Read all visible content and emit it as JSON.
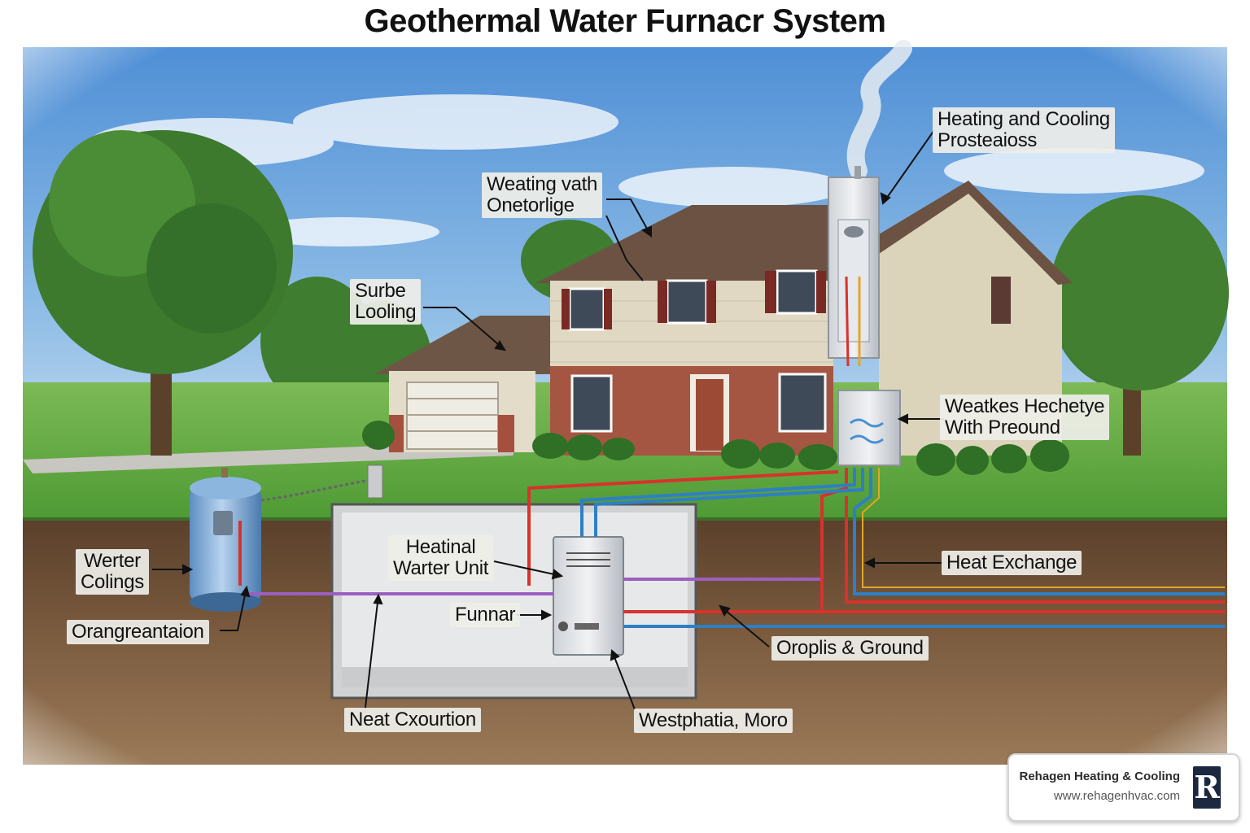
{
  "title": "Geothermal Water Furnacr System",
  "labels": {
    "heating_cooling_line1": "Heating and Cooling",
    "heating_cooling_line2": "Prosteaioss",
    "weating_line1": "Weating vath",
    "weating_line2": "Onetorlige",
    "surbe_line1": "Surbe",
    "surbe_line2": "Looling",
    "weatkes_line1": "Weatkes Hechetye",
    "weatkes_line2": "With Preound",
    "heatinal_line1": "Heatinal",
    "heatinal_line2": "Warter Unit",
    "werter_line1": "Werter",
    "werter_line2": "Colings",
    "orangreantaion": "Orangreantaion",
    "funnar": "Funnar",
    "heat_exchange": "Heat Exchange",
    "oroplis_ground": "Oroplis & Ground",
    "neat_cxourtion": "Neat Cxourtion",
    "westphatia_moro": "Westphatia, Moro"
  },
  "brand": {
    "name": "Rehagen Heating & Cooling",
    "url": "www.rehagenhvac.com",
    "logo_letter": "R"
  },
  "colors": {
    "hot_pipe": "#d8322c",
    "cold_pipe": "#2f7fc4",
    "ground_loop": "#9b5fc0",
    "sky": "#6fa5dc",
    "grass": "#5ea83c",
    "soil": "#7a5a3e"
  }
}
